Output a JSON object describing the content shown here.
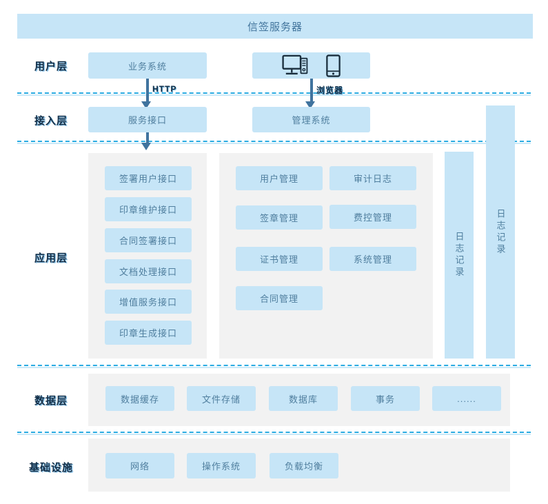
{
  "title": "信签服务器",
  "colors": {
    "box_blue": "#c6e5f7",
    "panel_gray": "#f2f2f2",
    "dashed_line": "#29abe2",
    "arrow": "#40739e",
    "box_text": "#4f7e9e",
    "label_text": "#132e47"
  },
  "user_layer": {
    "label": "用户层",
    "business_system": "业务系统",
    "http_label": "HTTP",
    "browser_label": "浏览器",
    "device_icons": [
      "desktop-icon",
      "smartphone-icon"
    ]
  },
  "access_layer": {
    "label": "接入层",
    "service_interface": "服务接口",
    "management_system": "管理系统"
  },
  "application_layer": {
    "label": "应用层",
    "interfaces": [
      "签署用户接口",
      "印章维护接口",
      "合同签署接口",
      "文档处理接口",
      "增值服务接口",
      "印章生成接口"
    ],
    "modules": [
      "用户管理",
      "审计日志",
      "签章管理",
      "费控管理",
      "证书管理",
      "系统管理",
      "合同管理"
    ],
    "log_bar_inner": "日志记录",
    "log_bar_outer": "日志记录"
  },
  "data_layer": {
    "label": "数据层",
    "items": [
      "数据缓存",
      "文件存储",
      "数据库",
      "事务",
      "......"
    ]
  },
  "infrastructure_layer": {
    "label": "基础设施",
    "items": [
      "网络",
      "操作系统",
      "负载均衡"
    ]
  }
}
